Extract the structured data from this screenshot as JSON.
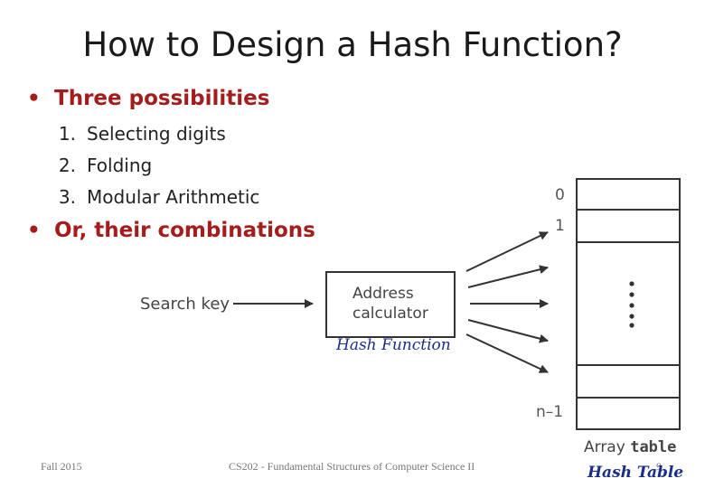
{
  "title": "How to Design a Hash Function?",
  "bullets": [
    {
      "text": "Three possibilities"
    },
    {
      "text": "Or, their combinations"
    }
  ],
  "sublist": [
    {
      "num": "1.",
      "text": "Selecting digits"
    },
    {
      "num": "2.",
      "text": "Folding"
    },
    {
      "num": "3.",
      "text": "Modular Arithmetic"
    }
  ],
  "diagram": {
    "search_key": "Search key",
    "address_line1": "Address",
    "address_line2": "calculator",
    "hash_function_caption": "Hash Function",
    "index_0": "0",
    "index_1": "1",
    "index_last": "n–1",
    "array_label_prefix": "Array",
    "array_label_name": "table",
    "hash_table_caption": "Hash Table"
  },
  "footer": {
    "left": "Fall 2015",
    "center": "CS202 - Fundamental Structures of Computer Science II",
    "page": "9"
  }
}
